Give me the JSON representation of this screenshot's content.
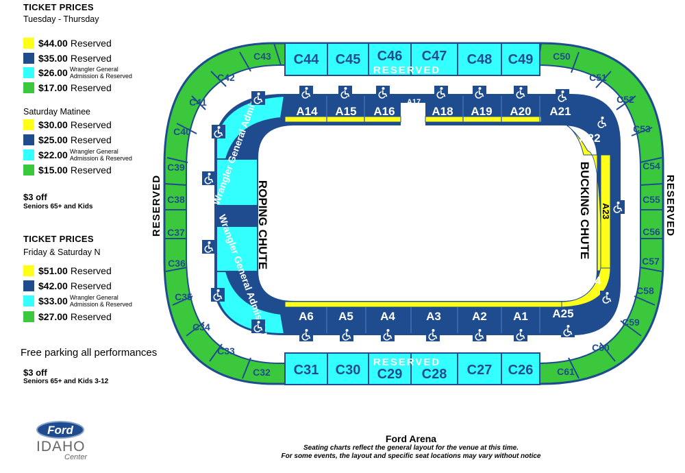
{
  "colors": {
    "yellow": "#ffff1a",
    "dark_blue": "#1f4c8f",
    "cyan": "#33ffff",
    "green": "#3cc83c",
    "arena_border": "#1f4c8f"
  },
  "legend": {
    "weekday": {
      "title": "TICKET PRICES",
      "subtitle": "Tuesday - Thursday",
      "rows": [
        {
          "color": "yellow",
          "price": "$44.00",
          "label": "Reserved"
        },
        {
          "color": "dark_blue",
          "price": "$35.00",
          "label": "Reserved"
        },
        {
          "color": "cyan",
          "price": "$26.00",
          "label": "Wrangler General Admission & Reserved"
        },
        {
          "color": "green",
          "price": "$17.00",
          "label": "Reserved"
        }
      ]
    },
    "matinee": {
      "subtitle": "Saturday Matinee",
      "rows": [
        {
          "color": "yellow",
          "price": "$30.00",
          "label": "Reserved"
        },
        {
          "color": "dark_blue",
          "price": "$25.00",
          "label": "Reserved"
        },
        {
          "color": "cyan",
          "price": "$22.00",
          "label": "Wrangler General Admission & Reserved"
        },
        {
          "color": "green",
          "price": "$15.00",
          "label": "Reserved"
        }
      ],
      "discount": "$3 off",
      "discount_note": "Seniors 65+ and Kids"
    },
    "weekend": {
      "title": "TICKET PRICES",
      "subtitle": "Friday & Saturday N",
      "rows": [
        {
          "color": "yellow",
          "price": "$51.00",
          "label": "Reserved"
        },
        {
          "color": "dark_blue",
          "price": "$42.00",
          "label": "Reserved"
        },
        {
          "color": "cyan",
          "price": "$33.00",
          "label": "Wrangler General Admission & Reserved"
        },
        {
          "color": "green",
          "price": "$27.00",
          "label": "Reserved"
        }
      ]
    },
    "free_parking": "Free parking all performances",
    "discount": "$3 off",
    "discount_note": "Seniors 65+ and Kids 3-12"
  },
  "map": {
    "reserved_left": "RESERVED",
    "reserved_right": "RESERVED",
    "reserved_top": "RESERVED",
    "reserved_bottom": "RESERVED",
    "roping_chute": "ROPING CHUTE",
    "bucking_chute": "BUCKING CHUTE",
    "ga_top": "Wrangler General Admission",
    "ga_bottom": "Wrangler General Admission",
    "top_c_sections": [
      "C44",
      "C45",
      "C46",
      "C47",
      "C48",
      "C49"
    ],
    "bottom_c_sections": [
      "C31",
      "C30",
      "C29",
      "C28",
      "C27",
      "C26"
    ],
    "top_a_sections": [
      "A14",
      "A15",
      "A16",
      "A17",
      "A18",
      "A19",
      "A20",
      "A21"
    ],
    "bottom_a_sections": [
      "A6",
      "A5",
      "A4",
      "A3",
      "A2",
      "A1"
    ],
    "right_a_sections": [
      "A22",
      "A23",
      "A24",
      "A25"
    ],
    "ring_sections": [
      "C32",
      "C33",
      "C34",
      "C35",
      "C36",
      "C37",
      "C38",
      "C39",
      "C40",
      "C41",
      "C42",
      "C43",
      "C50",
      "C51",
      "C52",
      "C53",
      "C54",
      "C55",
      "C56",
      "C57",
      "C58",
      "C59",
      "C60",
      "C61"
    ]
  },
  "logo": {
    "brand": "Ford",
    "name": "IDAHO",
    "script": "Center"
  },
  "footer": {
    "title": "Ford Arena",
    "note1": "Seating charts reflect the general layout for the venue at this time.",
    "note2": "For some events, the layout and specific seat locations may vary without notice"
  }
}
